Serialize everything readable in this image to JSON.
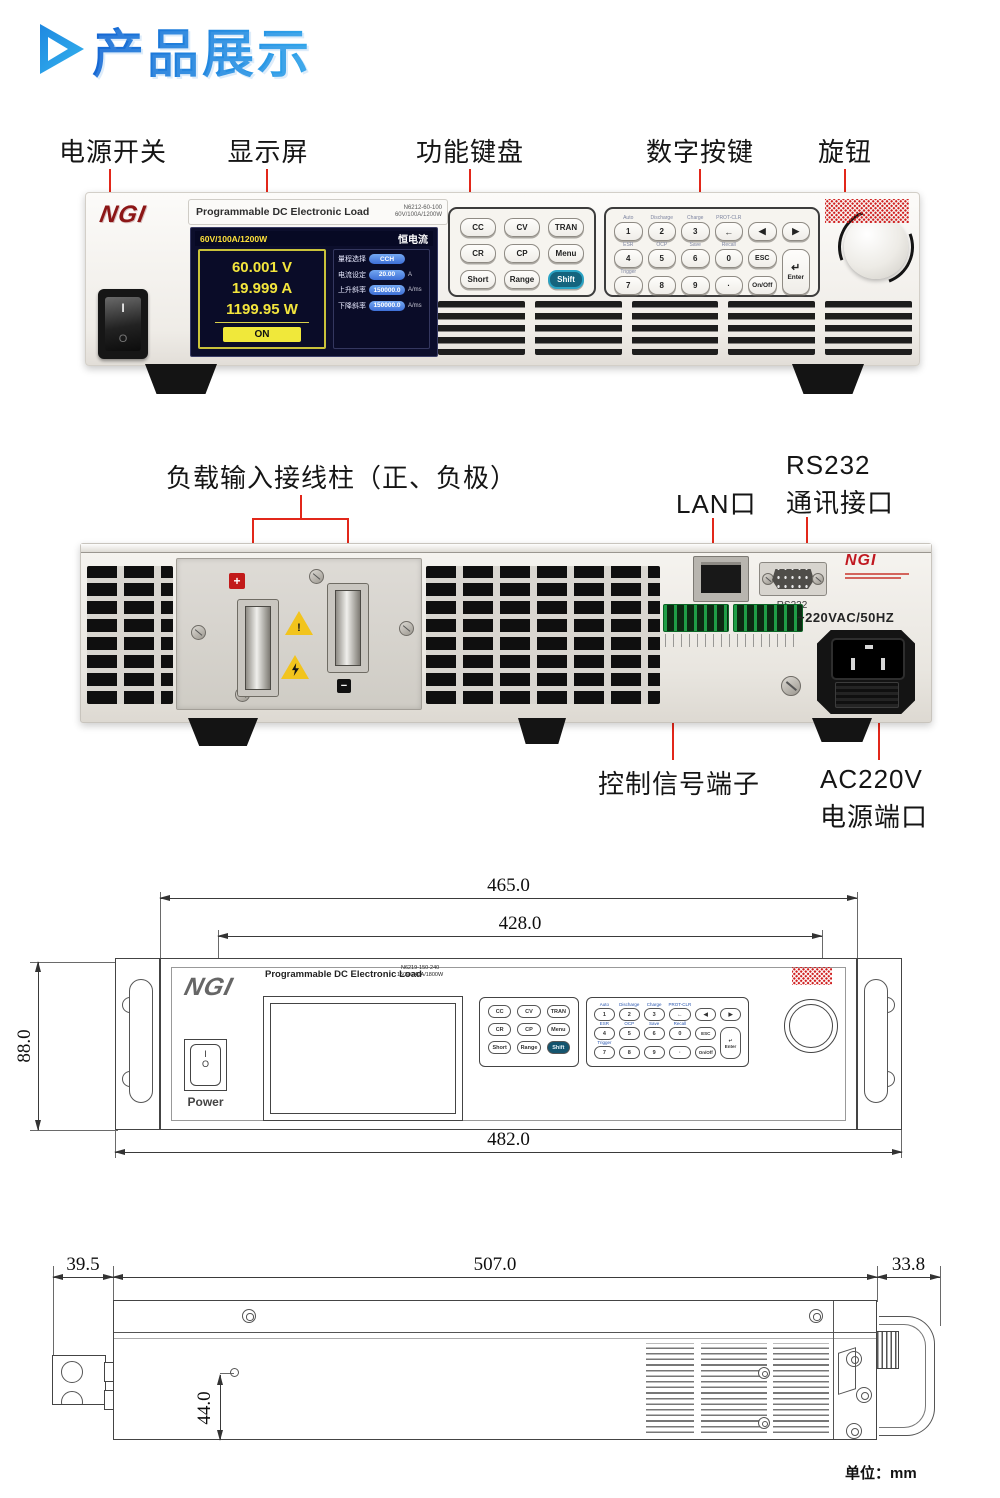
{
  "page": {
    "title": "产品展示",
    "unit_note": "单位：mm",
    "accent_blue": "#1b7ce2",
    "leader_red": "#e2271a"
  },
  "front": {
    "callouts": [
      "电源开关",
      "显示屏",
      "功能键盘",
      "数字按键",
      "旋钮"
    ],
    "panel": {
      "brand": "NGI",
      "title": "Programmable DC Electronic Load",
      "model": "N6212-60-100",
      "rating": "60V/100A/1200W",
      "switch_on": "I",
      "switch_off": "O"
    },
    "screen": {
      "header_left": "60V/100A/1200W",
      "header_right": "恒电流",
      "voltage": "60.001 V",
      "current": "19.999 A",
      "power": "1199.95 W",
      "on_label": "ON",
      "params": [
        {
          "label": "量程选择",
          "value": "CCH",
          "unit": ""
        },
        {
          "label": "电流设定",
          "value": "20.00",
          "unit": "A"
        },
        {
          "label": "上升斜率",
          "value": "150000.0",
          "unit": "A/ms"
        },
        {
          "label": "下降斜率",
          "value": "150000.0",
          "unit": "A/ms"
        }
      ]
    },
    "function_keys": [
      "CC",
      "CV",
      "TRAN",
      "CR",
      "CP",
      "Menu",
      "Short",
      "Range",
      "Shift"
    ],
    "numpad": {
      "top_hints": [
        "Auto",
        "Discharge",
        "Charge",
        "PROT-CLR"
      ],
      "mid_hints": [
        "ESR",
        "OCP",
        "Save",
        "Recall"
      ],
      "trigger_hint": "Trigger",
      "row1": [
        "1",
        "2",
        "3",
        "←",
        "◀",
        "▶"
      ],
      "row2": [
        "4",
        "5",
        "6",
        "0",
        "ESC"
      ],
      "row3": [
        "7",
        "8",
        "9",
        "·",
        "On/Off"
      ],
      "enter_label": "Enter",
      "enter_symbol": "↵"
    }
  },
  "rear": {
    "callouts": {
      "terminals": "负载输入接线柱（正、负极）",
      "lan": "LAN口",
      "rs232_line1": "RS232",
      "rs232_line2": "通讯接口",
      "control": "控制信号端子",
      "ac_line1": "AC220V",
      "ac_line2": "电源端口"
    },
    "ports": {
      "lan": "LAN",
      "rs232": "RS232",
      "brand": "NGI",
      "ac_rating": "~220VAC/50HZ",
      "plus": "+",
      "minus": "−",
      "warn": "!"
    }
  },
  "drawing_front": {
    "dim_top": "465.0",
    "dim_mid": "428.0",
    "dim_left": "88.0",
    "dim_bottom": "482.0",
    "brand": "NGI",
    "title": "Programmable DC Electronic Load",
    "model": "N6219-150-240",
    "rating": "150V/240A/1800W",
    "power_label": "Power",
    "switch_on": "I",
    "switch_off": "O"
  },
  "drawing_top": {
    "dim_left": "39.5",
    "dim_mid": "507.0",
    "dim_right": "33.8",
    "dim_height": "44.0"
  }
}
